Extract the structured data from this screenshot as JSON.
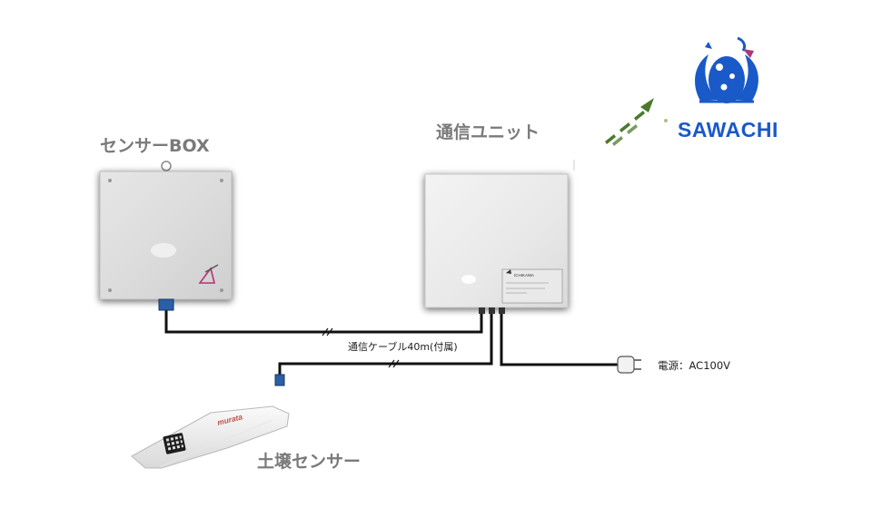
{
  "labels": {
    "sensor_box": "センサーBOX",
    "comm_unit": "通信ユニット",
    "soil_sensor": "土壌センサー",
    "cable": "通信ケーブル40m(付属)",
    "power": "電源：AC100V"
  },
  "logo": {
    "text": "SAWACHI",
    "color": "#1a59c8"
  },
  "sensor_brand": "murata",
  "unit_plate_brand": "ICHIKAWA",
  "colors": {
    "cable": "#111111",
    "arrow": "#4c7a2c",
    "sensor_brand": "#c0504d",
    "accent_logo": "#b0357a"
  }
}
